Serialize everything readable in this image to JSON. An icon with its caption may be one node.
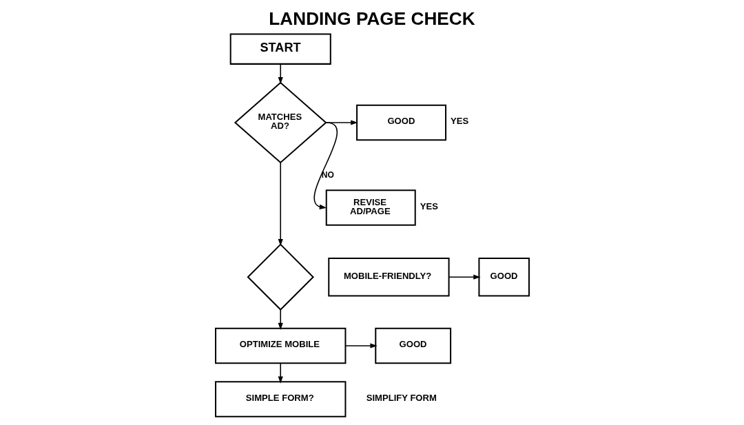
{
  "diagram": {
    "title": "LANDING PAGE CHECK",
    "nodes": [
      {
        "text": [
          "START"
        ]
      },
      {
        "text": [
          "MATCHES AD?"
        ]
      },
      {
        "text": [
          "GOOD"
        ],
        "beside": [
          "YES"
        ]
      },
      {
        "text": [
          "REVISE AD/PAGE"
        ],
        "beside": [
          "YES"
        ]
      },
      {
        "text": [],
        "shape": "diamond"
      },
      {
        "text": [
          "MOBILE-FRIENDLY?"
        ]
      },
      {
        "text": [
          "GOOD"
        ]
      },
      {
        "text": [
          "OPTIMIZE MOBILE"
        ]
      },
      {
        "text": [
          "GOOD"
        ]
      },
      {
        "text": [
          "SIMPLE FORM?"
        ]
      }
    ],
    "edges": [
      {
        "from": 0,
        "to": 1,
        "arrow": "to"
      },
      {
        "from": 1,
        "to": 2,
        "arrow": "to"
      },
      {
        "from": 1,
        "to": 3,
        "arrow": "to",
        "label": "NO"
      },
      {
        "from": 1,
        "to": 4,
        "arrow": "to"
      },
      {
        "from": 5,
        "to": 6,
        "arrow": "to"
      },
      {
        "from": 4,
        "to": 7,
        "arrow": "to"
      },
      {
        "from": 7,
        "to": 8,
        "arrow": "to"
      },
      {
        "from": 7,
        "to": 9,
        "arrow": "to"
      }
    ],
    "labels": [
      "SIMPLIFY FORM"
    ]
  }
}
